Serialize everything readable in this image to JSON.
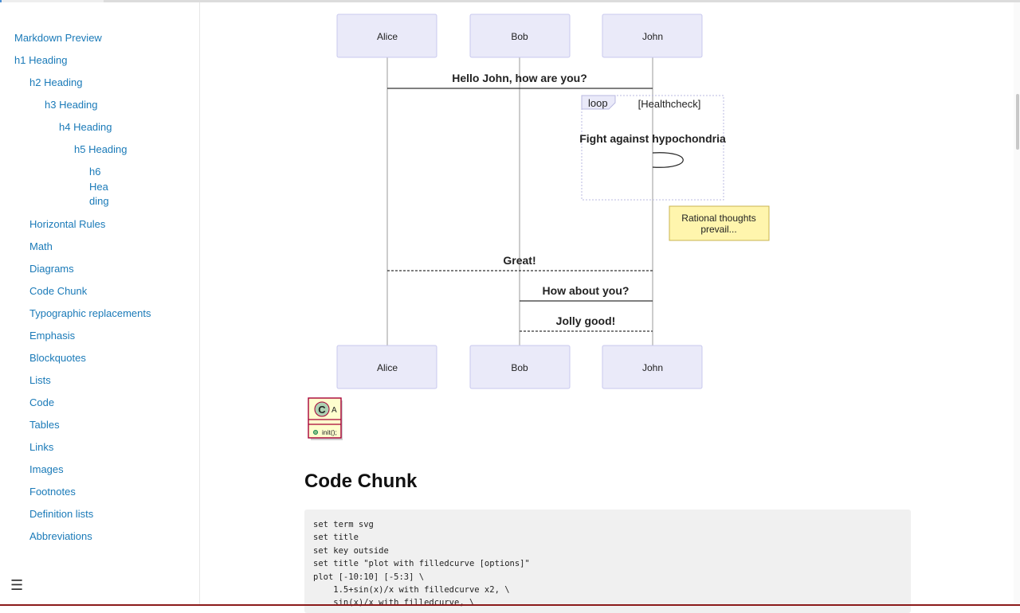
{
  "toc": {
    "items": [
      {
        "label": "Markdown Preview"
      },
      {
        "label": "h1 Heading"
      },
      {
        "label": "h2 Heading"
      },
      {
        "label": "h3 Heading"
      },
      {
        "label": "h4 Heading"
      },
      {
        "label": "h5 Heading"
      },
      {
        "label": "h6 Heading"
      },
      {
        "label": "Horizontal Rules"
      },
      {
        "label": "Math"
      },
      {
        "label": "Diagrams"
      },
      {
        "label": "Code Chunk"
      },
      {
        "label": "Typographic replacements"
      },
      {
        "label": "Emphasis"
      },
      {
        "label": "Blockquotes"
      },
      {
        "label": "Lists"
      },
      {
        "label": "Code"
      },
      {
        "label": "Tables"
      },
      {
        "label": "Links"
      },
      {
        "label": "Images"
      },
      {
        "label": "Footnotes"
      },
      {
        "label": "Definition lists"
      },
      {
        "label": "Abbreviations"
      }
    ],
    "menu_glyph": "☰"
  },
  "sequence": {
    "participants": [
      "Alice",
      "Bob",
      "John"
    ],
    "message1": "Hello John, how are you?",
    "loop_label": "loop",
    "loop_condition": "[Healthcheck]",
    "self_message": "Fight against hypochondria",
    "note": "Rational thoughts prevail...",
    "message2": "Great!",
    "message3": "How about you?",
    "message4": "Jolly good!"
  },
  "uml_class": {
    "stereotype_letter": "C",
    "name": "A",
    "method": "init();"
  },
  "code_chunk": {
    "heading": "Code Chunk",
    "lines": [
      "set term svg",
      "set title",
      "set key outside",
      "set title \"plot with filledcurve [options]\"",
      "plot [-10:10] [-5:3] \\",
      "    1.5+sin(x)/x with filledcurve x2, \\",
      "    sin(x)/x with filledcurve, \\"
    ]
  },
  "colors": {
    "link": "#1a7ab8",
    "participant_fill": "#eaeaf9",
    "participant_stroke": "#c8c8ee",
    "note_fill": "#fff5ad",
    "note_stroke": "#c8b450",
    "uml_border": "#a80036",
    "uml_fill": "#fefece"
  }
}
